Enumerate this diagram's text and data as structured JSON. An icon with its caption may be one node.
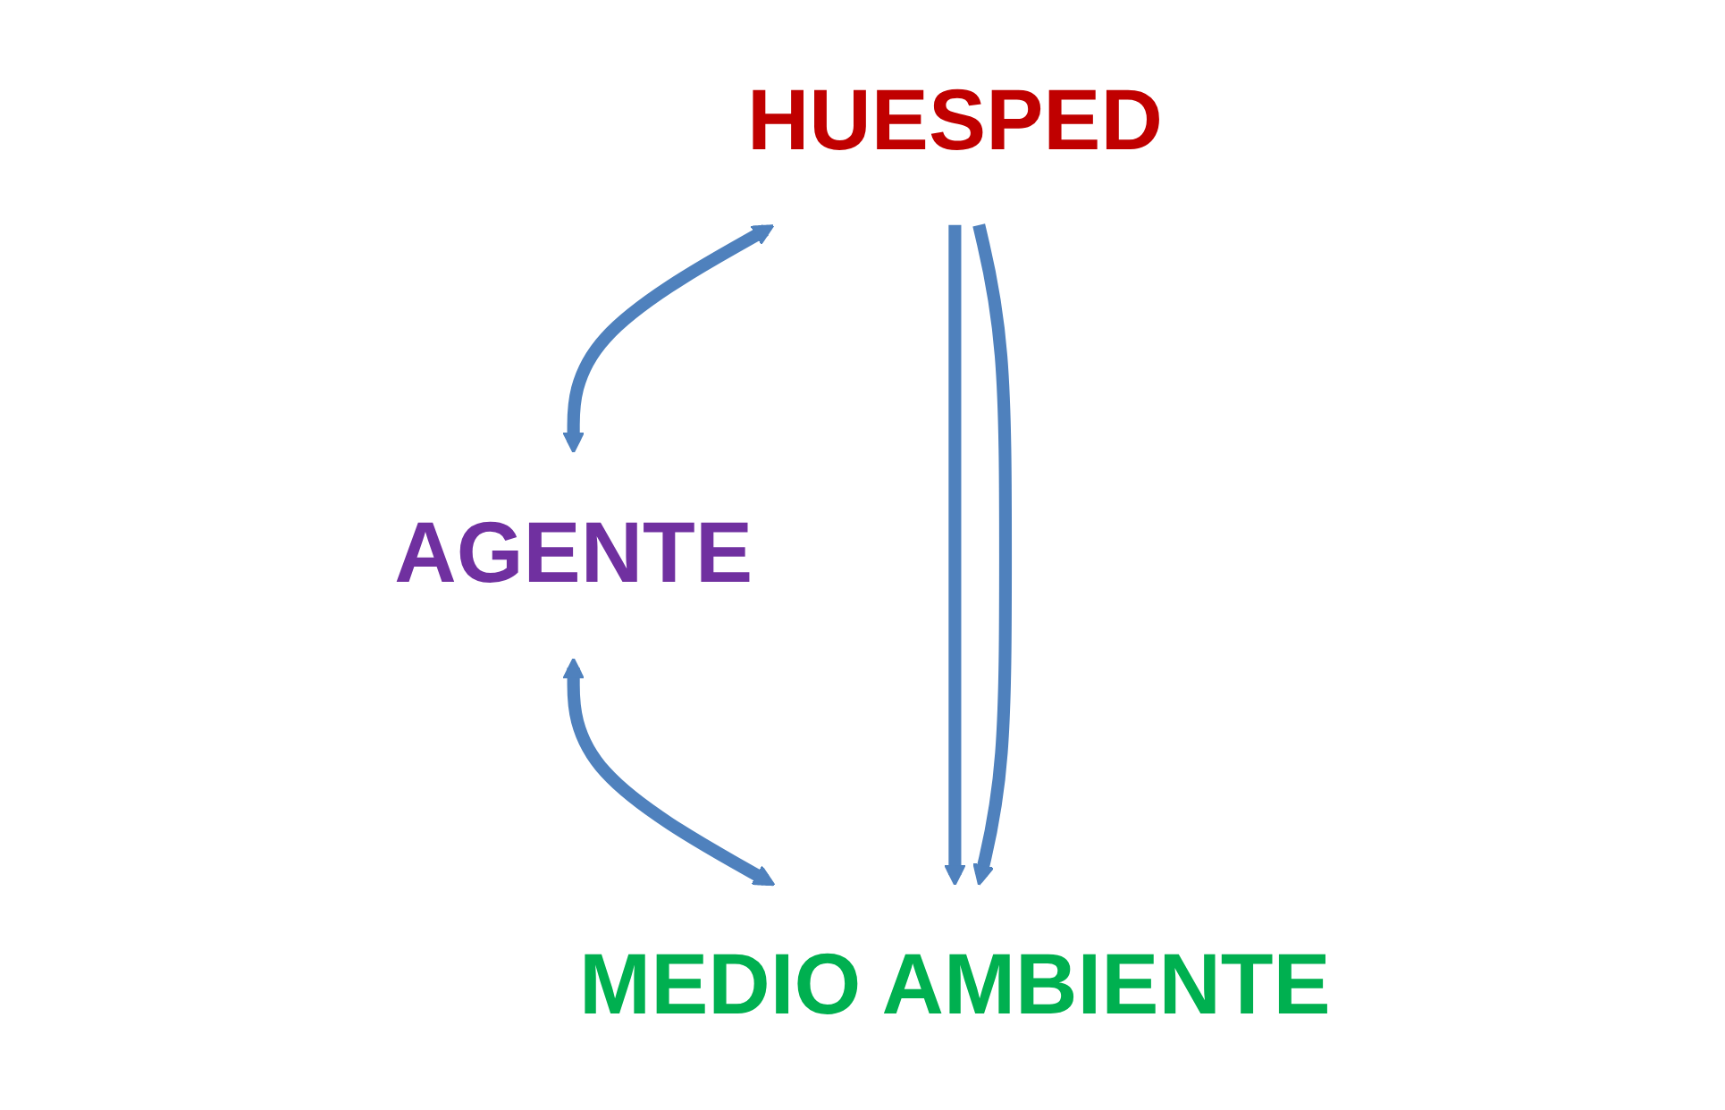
{
  "diagram": {
    "nodes": [
      {
        "text": [
          "HUESPED"
        ]
      },
      {
        "text": [
          "AGENTE"
        ]
      },
      {
        "text": [
          "MEDIO AMBIENTE"
        ]
      }
    ],
    "edges": [
      {
        "from": 0,
        "to": 1,
        "arrow": "both"
      },
      {
        "from": 1,
        "to": 2,
        "arrow": "both"
      },
      {
        "from": 0,
        "to": 2,
        "arrow": "to"
      },
      {
        "from": 0,
        "to": 2,
        "arrow": "to"
      }
    ]
  }
}
